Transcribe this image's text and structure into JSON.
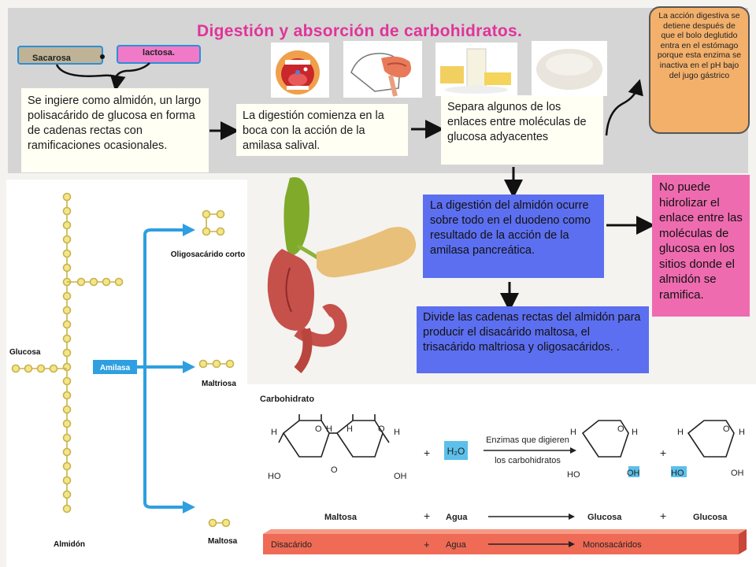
{
  "title": "Digestión y absorción de carbohidratos.",
  "tags": {
    "sacarosa": "Sacarosa",
    "lactosa": "lactosa."
  },
  "boxes": {
    "starch_intro": "Se ingiere como almidón, un largo polisacárido de glucosa en forma de cadenas rectas con ramificaciones ocasionales.",
    "mouth_start": "La digestión comienza en la boca con la acción de la amilasa salival.",
    "separates_bonds": "Separa algunos de los enlaces entre moléculas de glucosa adyacentes",
    "duodenum": "La digestión del almidón ocurre sobre todo en el duodeno como resultado de la acción de la amilasa pancreática.",
    "divides_chains": "Divide las cadenas rectas del almidón para producir el disacárido maltosa, el trisacárido maltriosa y oligosacáridos.  .",
    "cannot_hydrolyze": "No puede hidrolizar el enlace entre las moléculas de glucosa en los sitios donde el almidón se ramifica.",
    "stomach_note": "La acción digestiva se detiene después de que el bolo deglutido entra en el estómago porque esta enzima se inactiva en el pH bajo del jugo gástrico"
  },
  "starch_diagram": {
    "oligo_label": "Oligosacárido corto",
    "glucosa_label": "Glucosa",
    "amilasa_label": "Amilasa",
    "maltriosa_label": "Maltriosa",
    "maltosa_label": "Maltosa",
    "almidon_label": "Almidón"
  },
  "reaction": {
    "heading": "Carbohidrato",
    "h2o": "H₂O",
    "enzyme_line1": "Enzimas que digieren",
    "enzyme_line2": "los carbohidratos",
    "plus": "+",
    "row_maltosa": "Maltosa",
    "row_agua": "Agua",
    "row_glucosa1": "Glucosa",
    "row_glucosa2": "Glucosa",
    "band_disacarido": "Disacárido",
    "band_agua": "Agua",
    "band_monosacaridos": "Monosacáridos",
    "atom_h": "H",
    "atom_o": "O",
    "atom_ho": "HO",
    "atom_oh": "OH"
  },
  "colors": {
    "title": "#e0349a",
    "blue_box": "#5c6ff0",
    "pink_box": "#ef6bb0",
    "orange_note": "#f3b06b",
    "amilasa_blue": "#2e9fe0",
    "glucose_yellow": "#f3e58a"
  }
}
